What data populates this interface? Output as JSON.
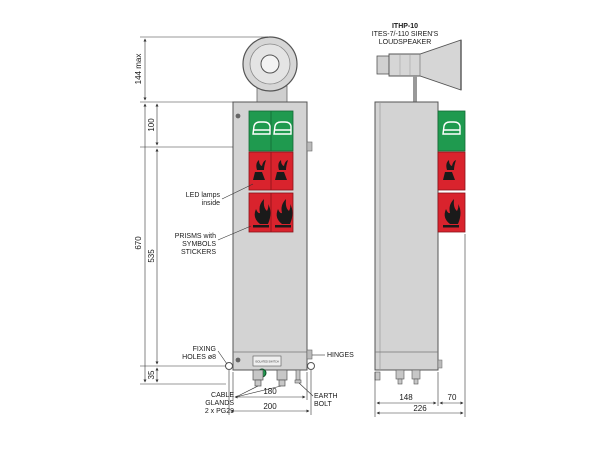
{
  "title": {
    "model": "ITHP-10",
    "line1": "ITES-7/-110 SIREN'S",
    "line2": "LOUDSPEAKER"
  },
  "callouts": {
    "led_line1": "LED lamps",
    "led_line2": "inside",
    "prism_line1": "PRISMS with",
    "prism_line2": "SYMBOLS",
    "prism_line3": "STICKERS",
    "fixing_line1": "FIXING",
    "fixing_line2": "HOLES ø8",
    "hinges": "HINGES",
    "glands_line1": "CABLE",
    "glands_line2": "GLANDS",
    "glands_line3": "2 x PG29",
    "earth_line1": "EARTH",
    "earth_line2": "BOLT",
    "plate": "ISOLATED SWITCH"
  },
  "dimensions": {
    "siren_height": "144 max",
    "top_section": "100",
    "total_height": "670",
    "body_height": "535",
    "bottom_section": "35",
    "inner_width": "180",
    "total_width": "200",
    "side_depth": "148",
    "side_total": "226",
    "side_prism": "70"
  },
  "colors": {
    "green_panel": "#1f9a4f",
    "red_panel": "#d9232d",
    "housing": "#d3d3d3"
  }
}
